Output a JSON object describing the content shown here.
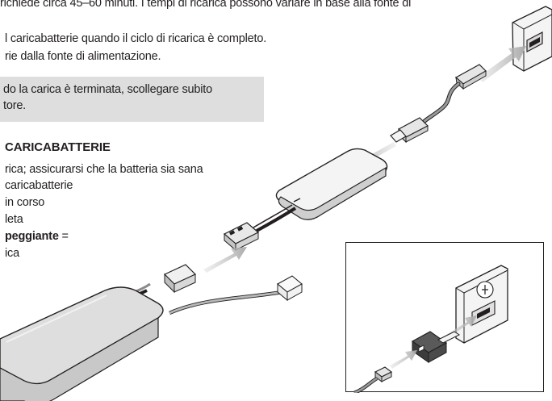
{
  "document": {
    "top_line": "richiede circa 45–60 minuti. I tempi di ricarica possono variare in base alla fonte di",
    "lines": [
      "l caricabatterie quando il ciclo di ricarica è completo.",
      "rie dalla fonte di alimentazione."
    ],
    "note_lines": [
      "do la carica è terminata, scollegare subito",
      "tore."
    ],
    "heading": "CARICABATTERIE",
    "list": [
      {
        "text": "rica; assicurarsi che la batteria sia sana"
      },
      {
        "text": " caricabatterie"
      },
      {
        "text": " in corso"
      },
      {
        "text": "leta"
      },
      {
        "bold": "peggiante",
        "text": " ="
      },
      {
        "text": "ica"
      }
    ]
  },
  "colors": {
    "note_background": "#dedede",
    "device_fill": "#f4f4f4",
    "arrow_fill": "#b8b8b8",
    "outline": "#231f20",
    "battery_fill": "#d4d4d4"
  },
  "illustration": {
    "main": [
      "wall-usb-outlet",
      "usb-cable",
      "charger-unit",
      "balance-connector",
      "lipo-battery",
      "white-connector"
    ],
    "inset": [
      "wall-usb-socket",
      "usb-plug",
      "cable"
    ]
  }
}
